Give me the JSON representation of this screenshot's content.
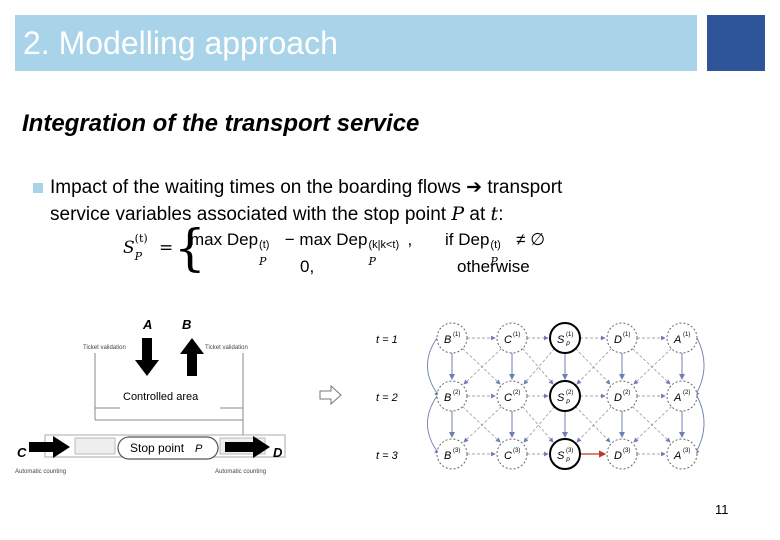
{
  "header": {
    "title": "2. Modelling approach",
    "accent_color": "#2e5597",
    "bar_color": "#a9d3e9"
  },
  "subtitle": "Integration of the transport service",
  "bullet": {
    "line1_a": "Impact of the waiting times on the boarding flows",
    "arrow": "➔",
    "line1_b": "transport",
    "line2_a": "service variables associated with the stop point",
    "stop_var": "P",
    "line2_at": "at",
    "time_var": "t",
    "line2_end": ":"
  },
  "formula": {
    "lhs": "S",
    "lhs_sup": "(t)",
    "lhs_sub": "P",
    "eq": "=",
    "case1_a": "max Dep",
    "case1_a_sup": "(t)",
    "case1_a_sub": "P",
    "case1_minus": "− max Dep",
    "case1_b_sup": "(k|k<t)",
    "case1_b_sub": "P",
    "comma": ",",
    "case1_cond": "if Dep",
    "case1_cond_sup": "(t)",
    "case1_cond_sub": "P",
    "case1_cond_rel": "≠ ∅",
    "case2_value": "0,",
    "case2_cond": "otherwise"
  },
  "left_diagram": {
    "label_A": "A",
    "label_B": "B",
    "label_C": "C",
    "label_D": "D",
    "ticket_left": "Ticket validation",
    "ticket_right": "Ticket validation",
    "controlled_area": "Controlled area",
    "stop_point": "Stop point",
    "stop_var": "P",
    "counting_left": "Automatic counting",
    "counting_right": "Automatic counting"
  },
  "right_diagram": {
    "rows": [
      {
        "label": "t = 1",
        "nodes": [
          "B",
          "C",
          "S",
          "D",
          "A"
        ],
        "sup": "(1)"
      },
      {
        "label": "t = 2",
        "nodes": [
          "B",
          "C",
          "S",
          "D",
          "A"
        ],
        "sup": "(2)"
      },
      {
        "label": "t = 3",
        "nodes": [
          "B",
          "C",
          "S",
          "D",
          "A"
        ],
        "sup": "(3)"
      }
    ],
    "stop_sub": "P"
  },
  "page_number": "11"
}
